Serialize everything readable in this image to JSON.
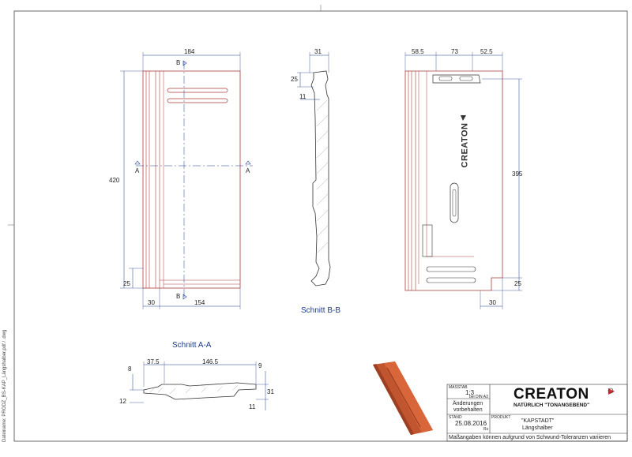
{
  "sheet": {
    "filename": "Dateiname: PRODZ_BS-KAP_Längshalber.pdf / .dwg",
    "drawing_color": "#b03a3a",
    "dimension_color": "#1f3a8f"
  },
  "front_view": {
    "dim_width": "184",
    "dim_height": "420",
    "dim_bottom": "25",
    "dim_left": "30",
    "dim_right": "154",
    "section_a": "A",
    "section_b": "B"
  },
  "section_bb": {
    "title": "Schnitt B-B",
    "dim_top": "31",
    "dim_25": "25",
    "dim_11": "11"
  },
  "back_view": {
    "dim_58": "58.5",
    "dim_73": "73",
    "dim_52": "52.5",
    "dim_395": "395",
    "dim_25": "25",
    "dim_30": "30",
    "brand_text": "CREATON"
  },
  "section_aa": {
    "title": "Schnitt A-A",
    "dim_37": "37.5",
    "dim_146": "146.5",
    "dim_8": "8",
    "dim_12": "12",
    "dim_9": "9",
    "dim_31": "31",
    "dim_11": "11"
  },
  "title_block": {
    "scale_label": "MASSTAB",
    "scale_value": "1:3",
    "scale_note": "bei DIN A3",
    "changes_label": "Änderungen",
    "changes_value": "vorbehalten",
    "date_label": "STAND",
    "date_value": "25.08.2016",
    "author": "Rs",
    "product_label": "PRODUKT",
    "product_name": "\"KAPSTADT\"",
    "product_variant": "Längshalber",
    "logo_text": "CREATON",
    "tagline": "NATÜRLICH \"TONANGEBEND\"",
    "disclaimer": "Maßangaben können aufgrund von Schwund-Toleranzen variieren"
  }
}
